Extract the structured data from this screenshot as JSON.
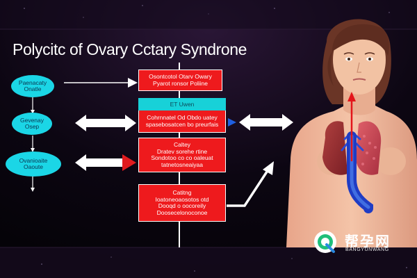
{
  "diagram": {
    "title": "Polycitc of Ovary Cctary Syndrone",
    "ovals": [
      {
        "line1": "Paenacaty",
        "line2": "Onatle"
      },
      {
        "line1": "Gevenay",
        "line2": "Osep"
      },
      {
        "line1": "Ovanioaite",
        "line2": "Oaoute"
      }
    ],
    "boxes": [
      {
        "line1": "Osontcotol Otarv Owary",
        "line2": "Pyarot ronsor Poliine"
      },
      {
        "line1": "Cohrnnatel Od Obdo uatey",
        "line2": "spasebosatcen bo preurfais"
      },
      {
        "line1": "Caltey",
        "line2": "Dratev sorehe rtine",
        "line3": "Sondotoo co co oaleuat",
        "line4": "tatnetosneaiyaa"
      },
      {
        "line1": "Catitng",
        "line2": "Ioatoneoaosotos otd",
        "line3": "Dooqd o oocoreily",
        "line4": "Doosecelonoconoe"
      }
    ],
    "cyan_bar": "ET Uwen",
    "colors": {
      "accent_red": "#ee1a1d",
      "accent_cyan": "#1bd6e6",
      "background": "#050308"
    }
  },
  "logo": {
    "name": "帮孕网",
    "subtitle": "BANGYUNWANG",
    "icon": "q-circle-icon"
  }
}
